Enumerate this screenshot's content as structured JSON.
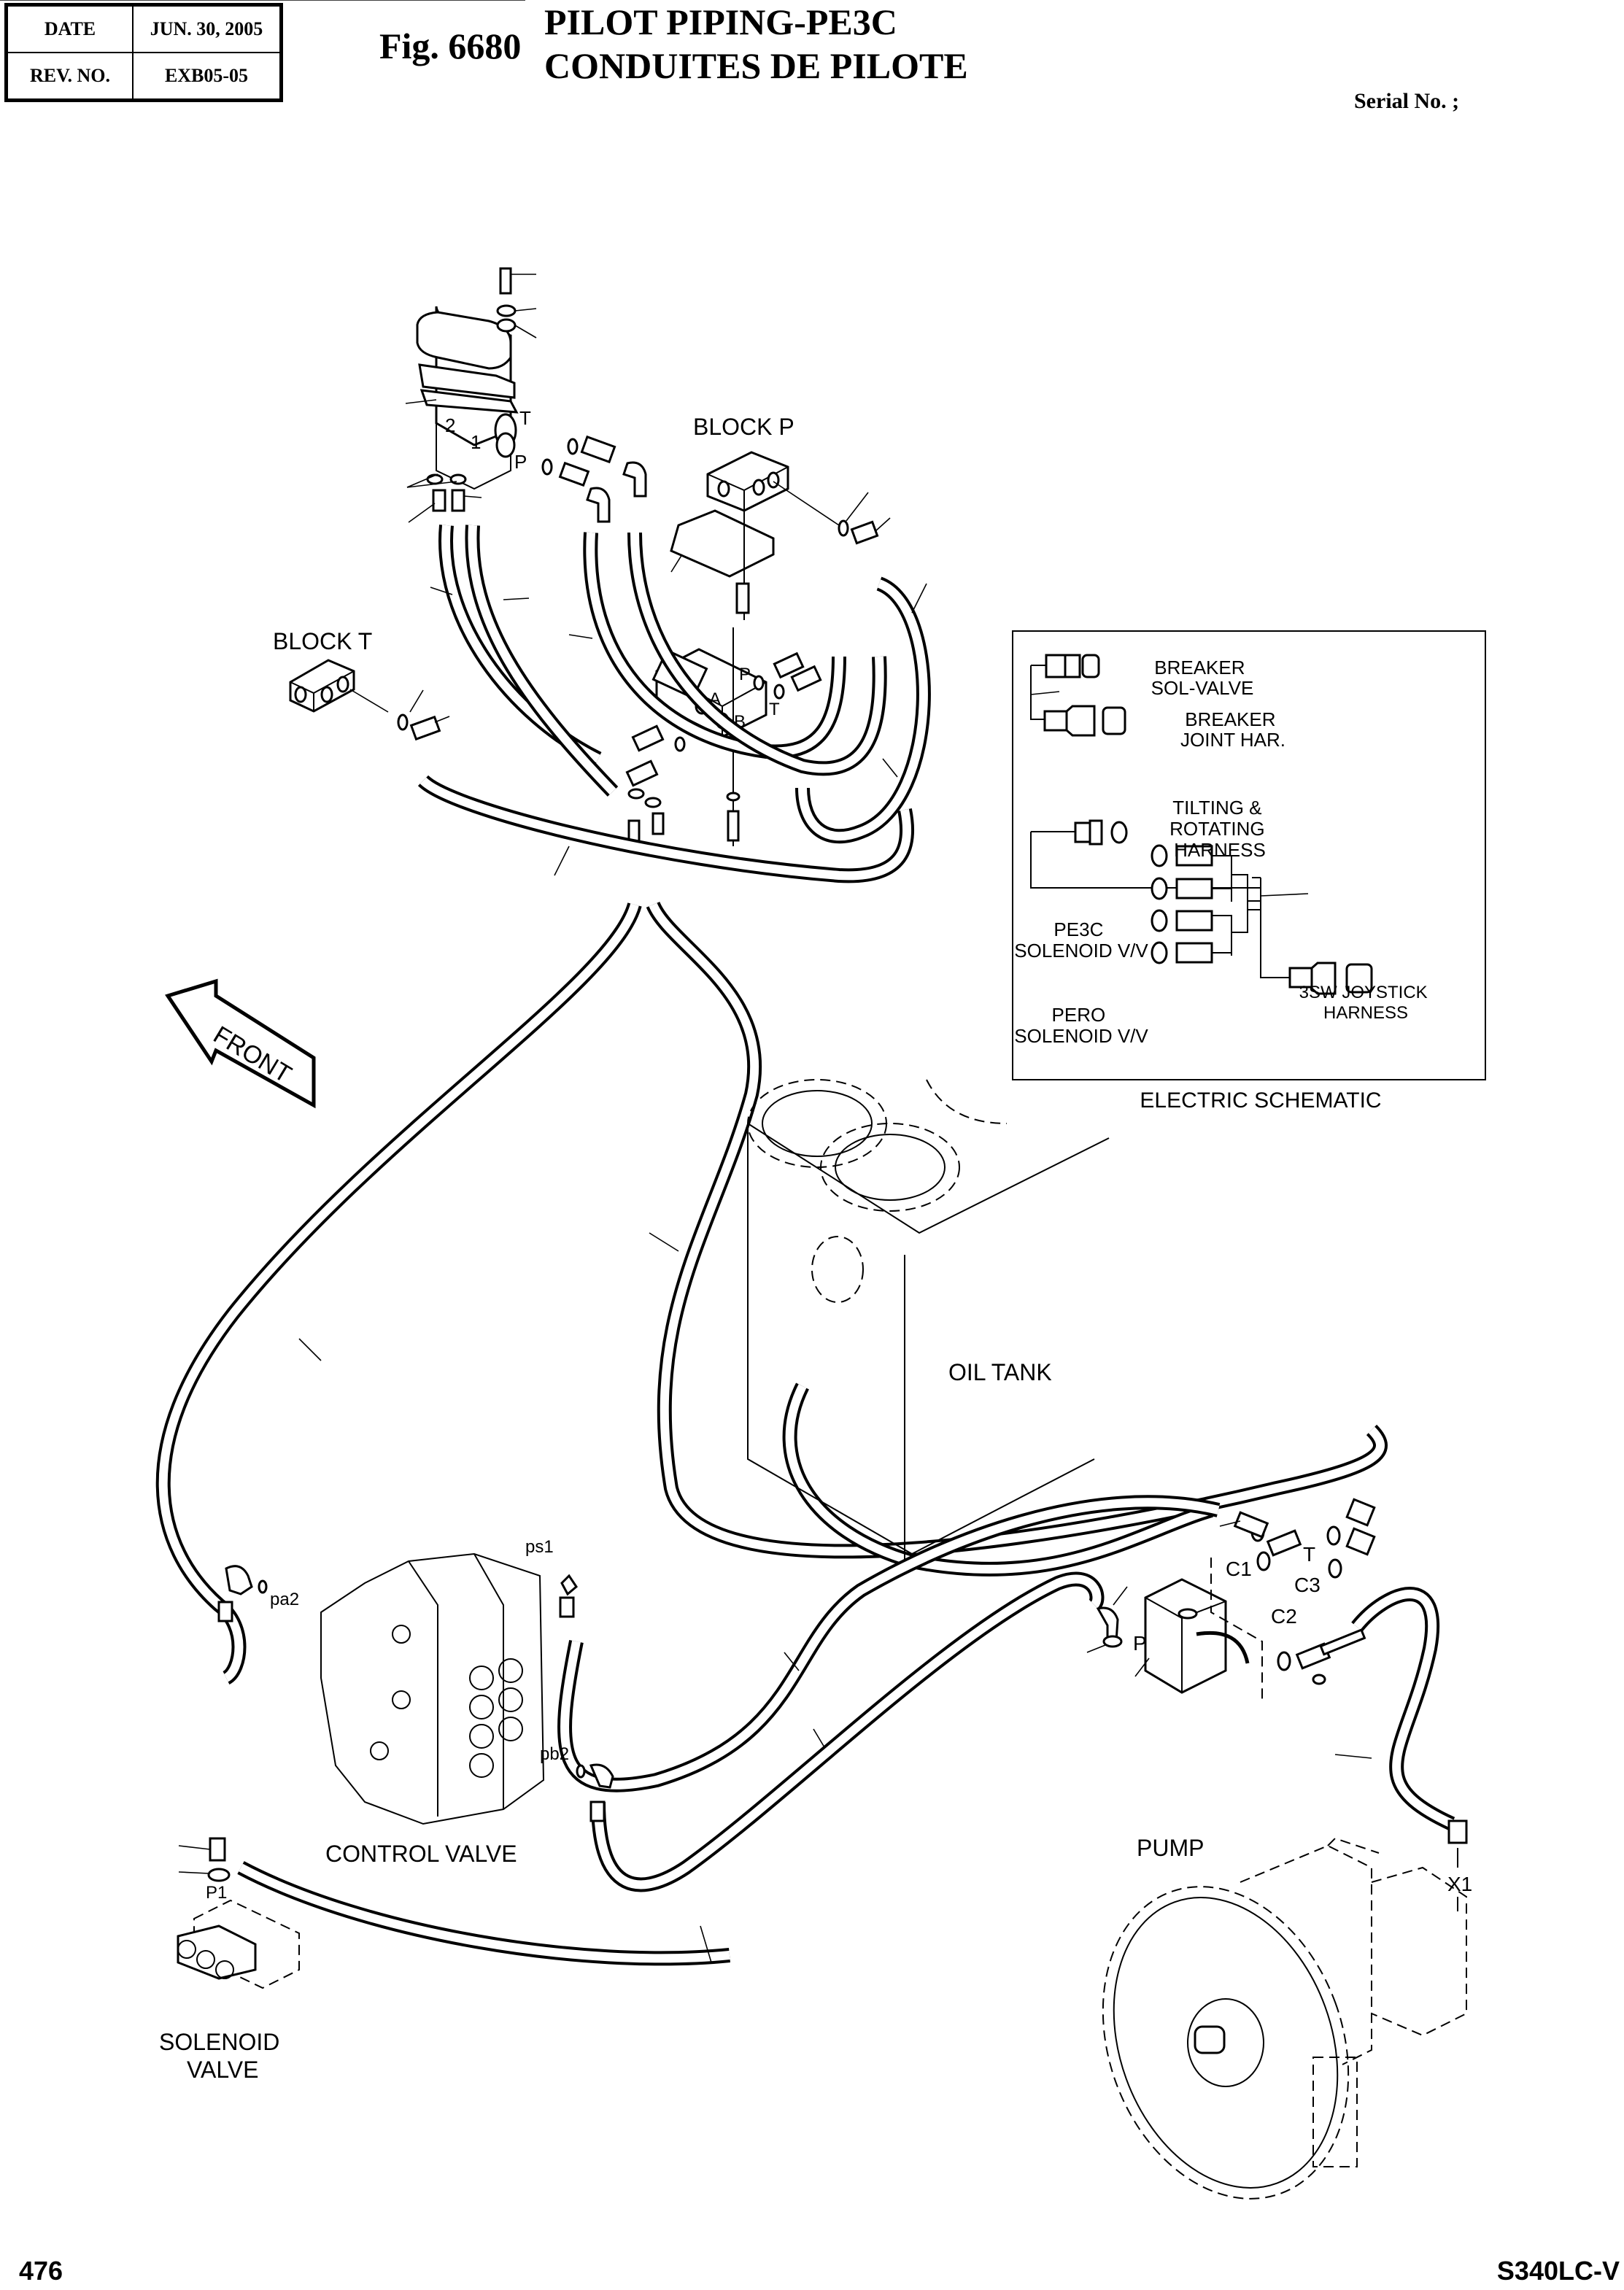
{
  "header": {
    "date_label": "DATE",
    "date_value": "JUN. 30, 2005",
    "rev_label": "REV. NO.",
    "rev_value": "EXB05-05",
    "figure_number": "Fig. 6680",
    "title_line1": "PILOT PIPING-PE3C",
    "title_line2": "CONDUITES DE PILOTE",
    "serial_label": "Serial No. ;"
  },
  "footer": {
    "page_number": "476",
    "model": "S340LC-V"
  },
  "components": {
    "block_p": "BLOCK P",
    "block_t": "BLOCK T",
    "front_arrow": "FRONT",
    "oil_tank": "OIL TANK",
    "control_valve": "CONTROL VALVE",
    "solenoid_valve_line1": "SOLENOID",
    "solenoid_valve_line2": "VALVE",
    "pump": "PUMP"
  },
  "port_labels": {
    "joystick_port_2": "2",
    "joystick_port_1": "1",
    "joystick_port_t": "T",
    "joystick_port_p": "P",
    "valve_port_p": "P",
    "valve_port_a": "A",
    "valve_port_b": "B",
    "valve_port_t": "T",
    "ps1": "ps1",
    "pa2": "pa2",
    "pb2": "pb2",
    "p1": "P1",
    "block_port_p": "P",
    "c1": "C1",
    "c2": "C2",
    "c3": "C3",
    "block_port_t": "T",
    "x1": "X1"
  },
  "electric_schematic": {
    "caption": "ELECTRIC SCHEMATIC",
    "breaker_sol_valve": [
      "BREAKER",
      "SOL-VALVE"
    ],
    "breaker_joint_har": [
      "BREAKER",
      "JOINT HAR."
    ],
    "tilting_rotating_harness": [
      "TILTING &",
      "ROTATING",
      "HARNESS"
    ],
    "pe3c_solenoid": [
      "PE3C",
      "SOLENOID V/V"
    ],
    "pero_solenoid": [
      "PERO",
      "SOLENOID V/V"
    ],
    "joystick_harness": [
      "3SW JOYSTICK",
      "HARNESS"
    ]
  }
}
